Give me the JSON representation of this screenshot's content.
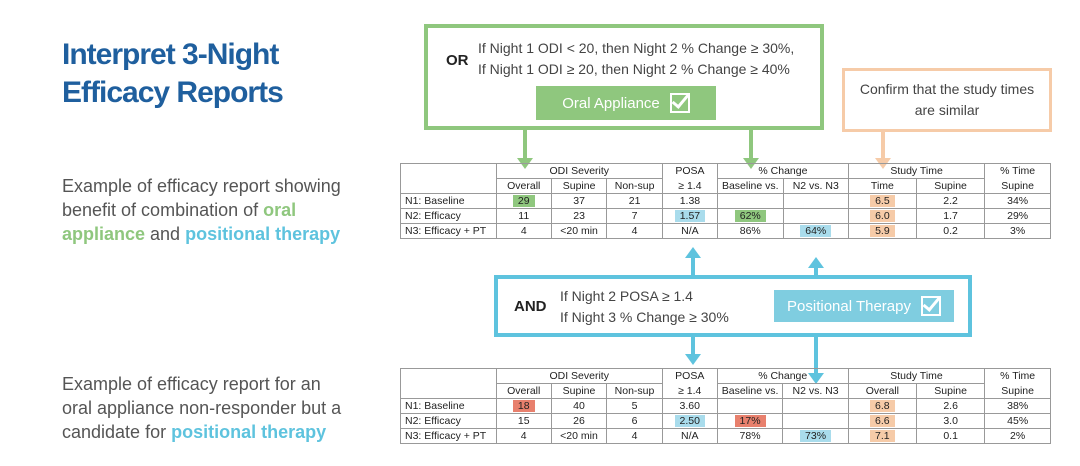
{
  "title_lines": [
    "Interpret 3-Night",
    "Efficacy Reports"
  ],
  "desc1": {
    "pre": "Example of efficacy report showing benefit of combination of ",
    "g": "oral appliance",
    "mid": " and ",
    "b": "positional therapy"
  },
  "desc2": {
    "pre": "Example of efficacy report for an oral appliance non-responder but a candidate for ",
    "b": "positional therapy"
  },
  "box_or": {
    "keyword": "OR",
    "line1": "If Night 1 ODI < 20, then Night 2 % Change ≥ 30%,",
    "line2": "If Night 1 ODI ≥ 20, then Night 2 % Change ≥ 40%",
    "badge": "Oral Appliance"
  },
  "box_note": "Confirm that the study times are similar",
  "box_and": {
    "keyword": "AND",
    "line1": "If Night 2 POSA ≥  1.4",
    "line2": "If Night 3 % Change ≥  30%",
    "badge": "Positional Therapy"
  },
  "colors": {
    "green": "#8fc77e",
    "blue": "#5ec3de",
    "orange": "#f6cba8",
    "red": "#e8806d",
    "title": "#1f5f9e"
  },
  "table_headers": {
    "g1": [
      "ODI Severity",
      "POSA",
      "% Change",
      "Study Time",
      "% Time"
    ],
    "g2": [
      "Overall",
      "Supine",
      "Non-sup",
      "≥ 1.4",
      "Baseline vs.",
      "N2 vs. N3",
      "Time",
      "Supine",
      "Supine"
    ],
    "g2b": [
      "Overall",
      "Supine",
      "Non-sup",
      "≥ 1.4",
      "Baseline vs.",
      "N2 vs. N3",
      "Overall",
      "Supine",
      "Supine"
    ]
  },
  "table1": [
    [
      "N1:  Baseline",
      "29",
      "37",
      "21",
      "1.38",
      "",
      "",
      "6.5",
      "2.2",
      "34%"
    ],
    [
      "N2:  Efficacy",
      "11",
      "23",
      "7",
      "1.57",
      "62%",
      "",
      "6.0",
      "1.7",
      "29%"
    ],
    [
      "N3:  Efficacy + PT",
      "4",
      "<20 min",
      "4",
      "N/A",
      "86%",
      "64%",
      "5.9",
      "0.2",
      "3%"
    ]
  ],
  "table2": [
    [
      "N1:  Baseline",
      "18",
      "40",
      "5",
      "3.60",
      "",
      "",
      "6.8",
      "2.6",
      "38%"
    ],
    [
      "N2:  Efficacy",
      "15",
      "26",
      "6",
      "2.50",
      "17%",
      "",
      "6.6",
      "3.0",
      "45%"
    ],
    [
      "N3:  Efficacy + PT",
      "4",
      "<20 min",
      "4",
      "N/A",
      "78%",
      "73%",
      "7.1",
      "0.1",
      "2%"
    ]
  ]
}
